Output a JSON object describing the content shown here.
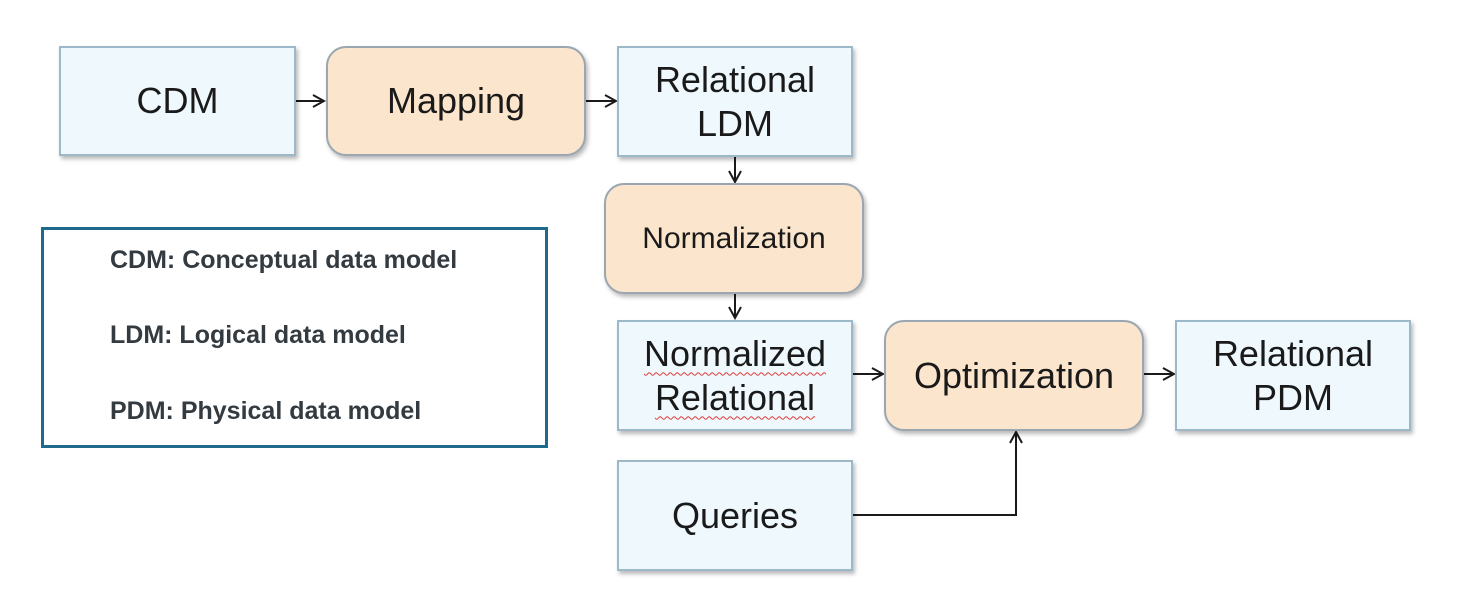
{
  "nodes": {
    "cdm": {
      "lines": [
        "CDM"
      ]
    },
    "mapping": {
      "lines": [
        "Mapping"
      ]
    },
    "relational_ldm": {
      "lines": [
        "Relational",
        "LDM"
      ]
    },
    "normalization": {
      "lines": [
        "Normalization"
      ]
    },
    "normalized_relational": {
      "lines": [
        "Normalized",
        "Relational"
      ]
    },
    "optimization": {
      "lines": [
        "Optimization"
      ]
    },
    "relational_pdm": {
      "lines": [
        "Relational",
        "PDM"
      ]
    },
    "queries": {
      "lines": [
        "Queries"
      ]
    }
  },
  "legend": {
    "items": [
      "CDM: Conceptual data model",
      "LDM: Logical data model",
      "PDM: Physical data model"
    ]
  },
  "edges": [
    {
      "from": "CDM",
      "to": "Mapping"
    },
    {
      "from": "Mapping",
      "to": "Relational LDM"
    },
    {
      "from": "Relational LDM",
      "to": "Normalization"
    },
    {
      "from": "Normalization",
      "to": "Normalized Relational"
    },
    {
      "from": "Normalized Relational",
      "to": "Optimization"
    },
    {
      "from": "Optimization",
      "to": "Relational PDM"
    },
    {
      "from": "Queries",
      "to": "Optimization"
    }
  ],
  "colors": {
    "data_fill": "#eef8fd",
    "process_fill": "#fbe5cc",
    "legend_border": "#1d6a8c",
    "arrow": "#1a1a1a"
  }
}
